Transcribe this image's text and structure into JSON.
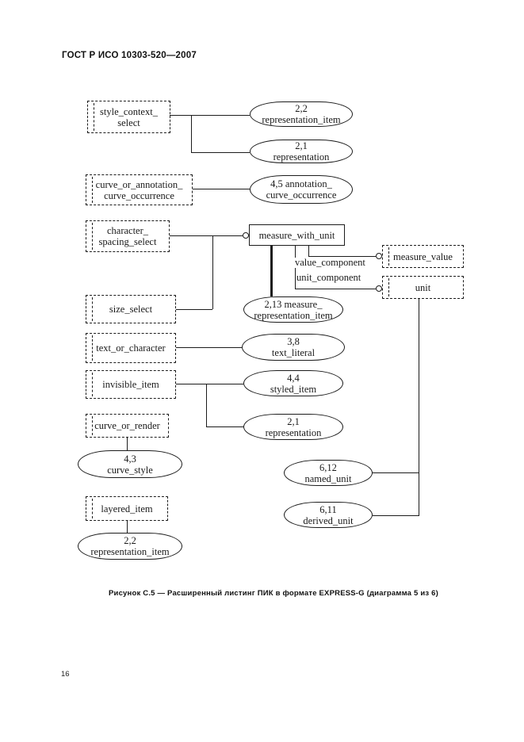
{
  "header": "ГОСТ Р ИСО 10303-520—2007",
  "caption": "Рисунок С.5 — Расширенный листинг ПИК в формате EXPRESS-G (диаграмма 5 из 6)",
  "page_number": "16",
  "ink_color": "#1c1c1c",
  "diagram": {
    "selects": {
      "style_context_select": "style_context_\nselect",
      "curve_or_annotation": "curve_or_annotation_\ncurve_occurrence",
      "character_spacing_select": "character_\nspacing_select",
      "size_select": "size_select",
      "text_or_character": "text_or_character",
      "invisible_item": "invisible_item",
      "curve_or_render": "curve_or_render",
      "layered_item": "layered_item",
      "measure_value": "measure_value",
      "unit": "unit"
    },
    "entity": {
      "measure_with_unit": "measure_with_unit"
    },
    "attrs": {
      "value_component": "value_component",
      "unit_component": "unit_component"
    },
    "refs": {
      "representation_item_top": "2,2\nrepresentation_item",
      "representation_top": "2,1\nrepresentation",
      "annotation_curve_occurrence": "4,5 annotation_\ncurve_occurrence",
      "measure_representation_item": "2,13 measure_\nrepresentation_item",
      "text_literal": "3,8\ntext_literal",
      "styled_item": "4,4\nstyled_item",
      "representation_mid": "2,1\nrepresentation",
      "curve_style": "4,3\ncurve_style",
      "representation_item_bottom": "2,2\nrepresentation_item",
      "named_unit": "6,12\nnamed_unit",
      "derived_unit": "6,11\nderived_unit"
    }
  }
}
